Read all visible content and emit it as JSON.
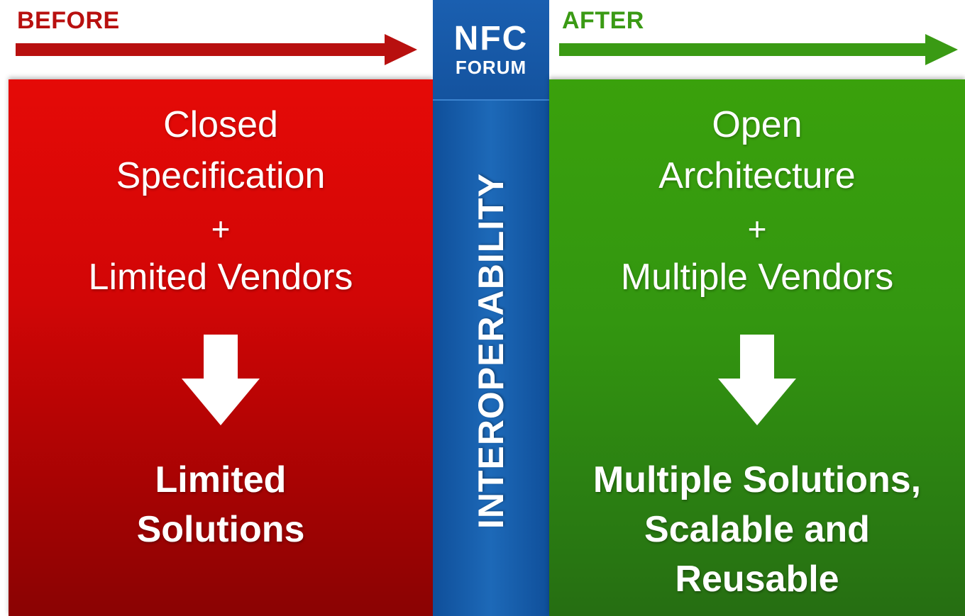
{
  "header": {
    "before_label": "BEFORE",
    "after_label": "AFTER"
  },
  "center": {
    "logo": {
      "top_text": "NFC",
      "bottom_text": "FORUM"
    },
    "vertical_label": "INTEROPERABILITY"
  },
  "before": {
    "lines": [
      "Closed",
      "Specification"
    ],
    "plus": "+",
    "vendors": "Limited Vendors",
    "result_lines": [
      "Limited",
      "Solutions"
    ]
  },
  "after": {
    "lines": [
      "Open",
      "Architecture"
    ],
    "plus": "+",
    "vendors": "Multiple Vendors",
    "result_lines": [
      "Multiple Solutions,",
      "Scalable and",
      "Reusable"
    ]
  },
  "colors": {
    "before_red": "#d20606",
    "after_green": "#339610",
    "center_blue": "#1d69b8",
    "before_label": "#b8100f",
    "after_label": "#3a9a14"
  }
}
